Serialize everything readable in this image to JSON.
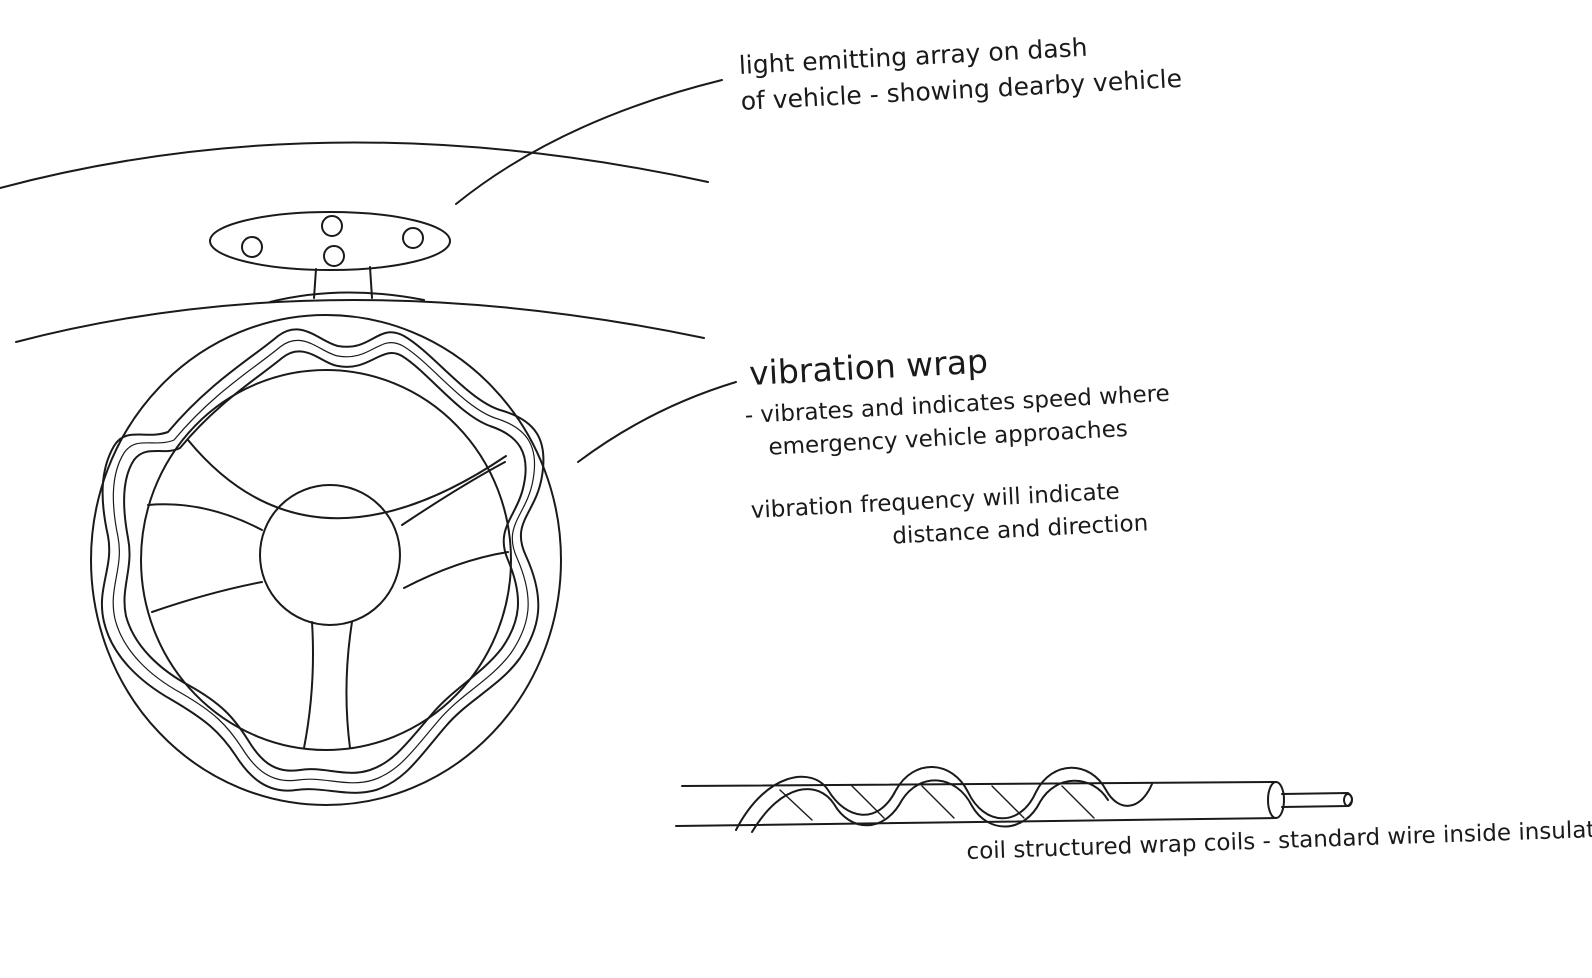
{
  "colors": {
    "ink": "#1a1a1a",
    "background": "#ffffff"
  },
  "annotations": {
    "light_array": {
      "line1": "light emitting array on dash",
      "line2": "of vehicle - showing dearby vehicle"
    },
    "vibration_wrap": {
      "title": "vibration wrap",
      "desc_line1": "- vibrates and indicates speed where",
      "desc_line2": "emergency vehicle approaches",
      "freq_line1": "vibration frequency will indicate",
      "freq_line2": "distance and direction"
    },
    "coil": {
      "label": "coil structured wrap coils - standard wire inside insulation"
    }
  }
}
